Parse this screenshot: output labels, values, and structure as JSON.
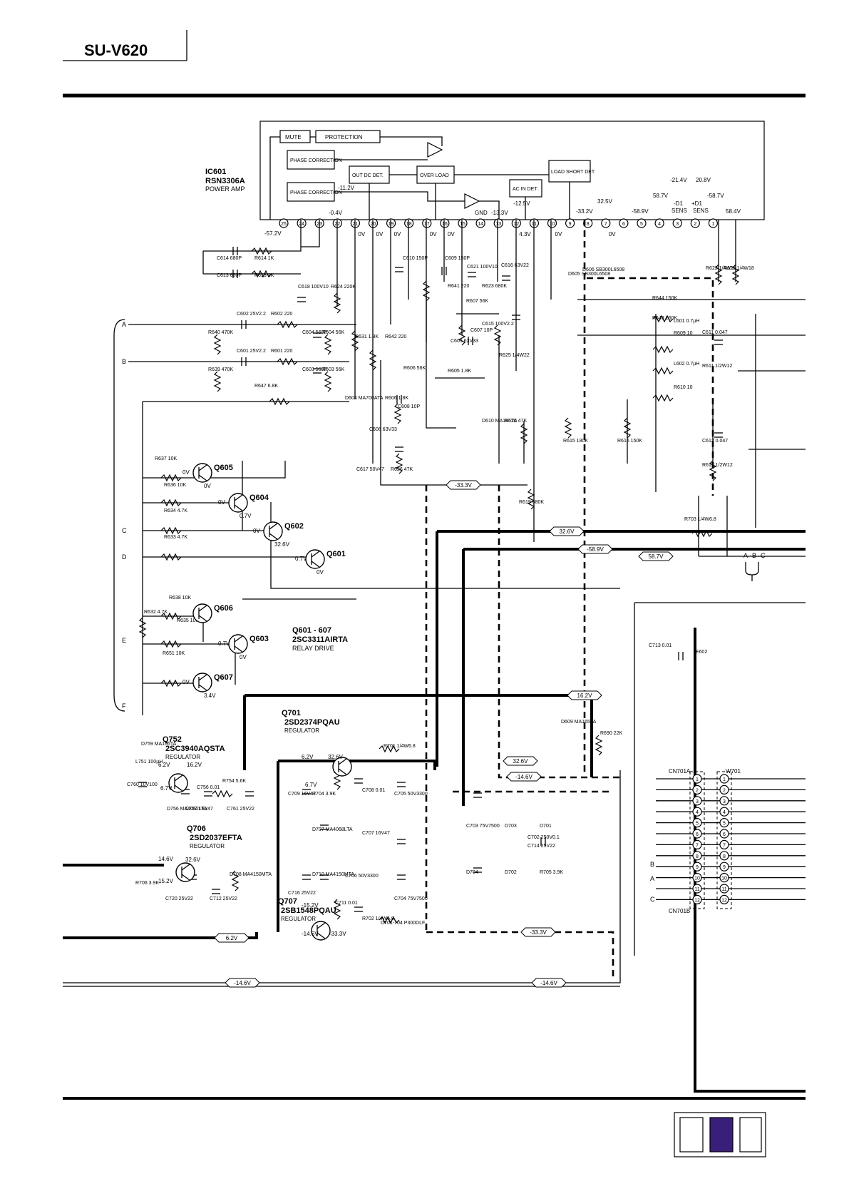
{
  "model": "SU-V620",
  "colors": {
    "ink": "#000000",
    "accent_swatch": "#3a1f7a"
  },
  "ic601": {
    "ref": "IC601",
    "part": "RSN3306A",
    "desc": "POWER AMP",
    "blocks": [
      "MUTE",
      "PROTECTION",
      "PHASE CORRECTION",
      "OUT DC DET.",
      "OVER LOAD",
      "LOAD SHORT DET.",
      "PHASE CORRECTION",
      "AC IN DET."
    ],
    "pins": [
      "25",
      "24",
      "23",
      "22",
      "21",
      "20",
      "19",
      "18",
      "17",
      "16",
      "15",
      "14",
      "13",
      "12",
      "11",
      "10",
      "9",
      "8",
      "7",
      "6",
      "5",
      "4",
      "3",
      "2",
      "1"
    ],
    "pin_voltages": [
      {
        "pin": "21",
        "v": "0V"
      },
      {
        "pin": "20",
        "v": "0V"
      },
      {
        "pin": "19",
        "v": "0V"
      },
      {
        "pin": "17",
        "v": "0V"
      },
      {
        "pin": "16",
        "v": "0V"
      },
      {
        "pin": "12",
        "v": "4.3V"
      },
      {
        "pin": "10",
        "v": "0V"
      },
      {
        "pin": "7",
        "v": "0V"
      }
    ],
    "gnd_label": "GND",
    "internal_voltages": [
      "-11.2V",
      "-0.4V",
      "-13.3V",
      "-12.5V",
      "-33.2V",
      "32.5V",
      "-58.9V",
      "58.7V",
      "-21.4V",
      "20.8V",
      "-58.7V",
      "58.4V",
      "-57.2V"
    ],
    "sense": {
      "neg": "-D1",
      "pos": "+D1",
      "label": "SENS"
    }
  },
  "inputs": [
    "A",
    "B",
    "C",
    "D",
    "E",
    "F"
  ],
  "components": [
    {
      "ref": "C614",
      "val": "680P"
    },
    {
      "ref": "R614",
      "val": "1K"
    },
    {
      "ref": "C613",
      "val": "680P"
    },
    {
      "ref": "R613",
      "val": "1K"
    },
    {
      "ref": "C618",
      "val": "100V10"
    },
    {
      "ref": "R624",
      "val": "220K"
    },
    {
      "ref": "C610",
      "val": "150P"
    },
    {
      "ref": "C609",
      "val": "150P"
    },
    {
      "ref": "C621",
      "val": "100V10"
    },
    {
      "ref": "C616",
      "val": "63V22"
    },
    {
      "ref": "R622",
      "val": "1/4W18"
    },
    {
      "ref": "R621",
      "val": "1/4W18"
    },
    {
      "ref": "C602",
      "val": "25V2.2"
    },
    {
      "ref": "R602",
      "val": "220"
    },
    {
      "ref": "C601",
      "val": "25V2.2"
    },
    {
      "ref": "R601",
      "val": "220"
    },
    {
      "ref": "R640",
      "val": "470K"
    },
    {
      "ref": "R639",
      "val": "470K"
    },
    {
      "ref": "C604",
      "val": "560P"
    },
    {
      "ref": "C603",
      "val": "560P"
    },
    {
      "ref": "R604",
      "val": "56K"
    },
    {
      "ref": "R603",
      "val": "56K"
    },
    {
      "ref": "R631",
      "val": "1.8K"
    },
    {
      "ref": "R642",
      "val": "220"
    },
    {
      "ref": "R641",
      "val": "220"
    },
    {
      "ref": "R623",
      "val": "680K"
    },
    {
      "ref": "R607",
      "val": "56K"
    },
    {
      "ref": "C615",
      "val": "100V2.2"
    },
    {
      "ref": "C605",
      "val": "63V33"
    },
    {
      "ref": "C607",
      "val": "10P"
    },
    {
      "ref": "R605",
      "val": "1.8K"
    },
    {
      "ref": "R606",
      "val": "56K"
    },
    {
      "ref": "R625",
      "val": "1/4W22"
    },
    {
      "ref": "R647",
      "val": "6.8K"
    },
    {
      "ref": "D604",
      "val": "MA700ATA"
    },
    {
      "ref": "R606",
      "val": "1.8K"
    },
    {
      "ref": "C606",
      "val": "63V33"
    },
    {
      "ref": "C608",
      "val": "10P"
    },
    {
      "ref": "D610",
      "val": "MA165TA"
    },
    {
      "ref": "R620",
      "val": "47K"
    },
    {
      "ref": "R615",
      "val": "180K"
    },
    {
      "ref": "R616",
      "val": "150K"
    },
    {
      "ref": "C612",
      "val": "0.047"
    },
    {
      "ref": "R612",
      "val": "1/2W12"
    },
    {
      "ref": "R644",
      "val": "150K"
    },
    {
      "ref": "R643",
      "val": "150K"
    },
    {
      "ref": "L601",
      "val": "0.7µH"
    },
    {
      "ref": "R609",
      "val": "10"
    },
    {
      "ref": "C611",
      "val": "0.047"
    },
    {
      "ref": "L602",
      "val": "0.7µH"
    },
    {
      "ref": "R611",
      "val": "1/2W12"
    },
    {
      "ref": "R610",
      "val": "10"
    },
    {
      "ref": "D605",
      "val": "SB300L6508"
    },
    {
      "ref": "D606",
      "val": "SB300L6508"
    },
    {
      "ref": "R637",
      "val": "10K"
    },
    {
      "ref": "R636",
      "val": "10K"
    },
    {
      "ref": "R634",
      "val": "4.7K"
    },
    {
      "ref": "R633",
      "val": "4.7K"
    },
    {
      "ref": "C617",
      "val": "50V47"
    },
    {
      "ref": "R626",
      "val": "47K"
    },
    {
      "ref": "R619",
      "val": "680K"
    },
    {
      "ref": "R703",
      "val": "1/4W6.8"
    },
    {
      "ref": "R638",
      "val": "10K"
    },
    {
      "ref": "R635",
      "val": "10K"
    },
    {
      "ref": "R632",
      "val": "4.7K"
    },
    {
      "ref": "R651",
      "val": "10K"
    },
    {
      "ref": "C713",
      "val": "0.01"
    },
    {
      "ref": "E602",
      "val": ""
    },
    {
      "ref": "D609",
      "val": "MA165TA"
    },
    {
      "ref": "R690",
      "val": "22K"
    },
    {
      "ref": "D759",
      "val": "MA165TA"
    },
    {
      "ref": "L751",
      "val": "100µH"
    },
    {
      "ref": "C760",
      "val": "10V100"
    },
    {
      "ref": "C756",
      "val": "0.01"
    },
    {
      "ref": "R754",
      "val": "5.6K"
    },
    {
      "ref": "D756",
      "val": "MA4062LTA"
    },
    {
      "ref": "C757",
      "val": "16V47"
    },
    {
      "ref": "C761",
      "val": "25V22"
    },
    {
      "ref": "R701",
      "val": "1/4W6.8"
    },
    {
      "ref": "C709",
      "val": "16V47"
    },
    {
      "ref": "R704",
      "val": "3.9K"
    },
    {
      "ref": "C708",
      "val": "0.01"
    },
    {
      "ref": "C705",
      "val": "50V3300"
    },
    {
      "ref": "D707",
      "val": "MA4068LTA"
    },
    {
      "ref": "C707",
      "val": "16V47"
    },
    {
      "ref": "C703",
      "val": "75V7500"
    },
    {
      "ref": "D703",
      "val": ""
    },
    {
      "ref": "D701",
      "val": ""
    },
    {
      "ref": "C702",
      "val": "250V0.1"
    },
    {
      "ref": "C714",
      "val": "25V22"
    },
    {
      "ref": "R706",
      "val": "3.9K"
    },
    {
      "ref": "D708",
      "val": "MA4150MTA"
    },
    {
      "ref": "C720",
      "val": "25V22"
    },
    {
      "ref": "C712",
      "val": "25V22"
    },
    {
      "ref": "C716",
      "val": "25V22"
    },
    {
      "ref": "D710",
      "val": "MA4150MTA"
    },
    {
      "ref": "C706",
      "val": "50V3300"
    },
    {
      "ref": "C704",
      "val": "75V7500"
    },
    {
      "ref": "D704",
      "val": ""
    },
    {
      "ref": "D702",
      "val": ""
    },
    {
      "ref": "R705",
      "val": "3.9K"
    },
    {
      "ref": "C711",
      "val": "0.01"
    },
    {
      "ref": "R702",
      "val": "1/4W6.8"
    },
    {
      "ref": "D701-704",
      "val": "P300DLF"
    }
  ],
  "transistors": [
    {
      "ref": "Q605",
      "b": "0V",
      "e": "0V"
    },
    {
      "ref": "Q604",
      "b": "0V",
      "e": "0.7V"
    },
    {
      "ref": "Q602",
      "b": "0V",
      "e": "32.6V"
    },
    {
      "ref": "Q601",
      "b": "0.7V",
      "e": "0V"
    },
    {
      "ref": "Q606",
      "b": "",
      "e": ""
    },
    {
      "ref": "Q603",
      "b": "0.7V",
      "e": "0V"
    },
    {
      "ref": "Q607",
      "b": "0V",
      "e": "3.4V"
    }
  ],
  "relay_drive": {
    "refs": "Q601 - 607",
    "part": "2SC3311AIRTA",
    "desc": "RELAY DRIVE"
  },
  "regulators": [
    {
      "ref": "Q701",
      "part": "2SD2374PQAU",
      "desc": "REGULATOR"
    },
    {
      "ref": "Q752",
      "part": "2SC3940AQSTA",
      "desc": "REGULATOR"
    },
    {
      "ref": "Q706",
      "part": "2SD2037EFTA",
      "desc": "REGULATOR"
    },
    {
      "ref": "Q707",
      "part": "2SB1548PQAU",
      "desc": "REGULATOR"
    }
  ],
  "rail_labels": [
    "-33.3V",
    "32.6V",
    "-58.9V",
    "58.7V",
    "16.2V",
    "32.6V",
    "-14.6V",
    "-33.3V",
    "6.2V",
    "-14.6V",
    "-14.6V"
  ],
  "node_voltages": [
    "6.2V",
    "16.2V",
    "6.7V",
    "6.2V",
    "32.6V",
    "6.7V",
    "14.6V",
    "32.6V",
    "15.2V",
    "-15.2V",
    "-14.6V",
    "-33.3V"
  ],
  "abc_labels": [
    "A",
    "B",
    "C"
  ],
  "connectors": {
    "cn701a": "CN701A",
    "cn701b": "CN701B",
    "w701": "W701",
    "pins": [
      "1",
      "2",
      "3",
      "4",
      "5",
      "6",
      "7",
      "8",
      "9",
      "10",
      "11",
      "12"
    ],
    "side_labels": [
      "B",
      "A",
      "C"
    ]
  }
}
